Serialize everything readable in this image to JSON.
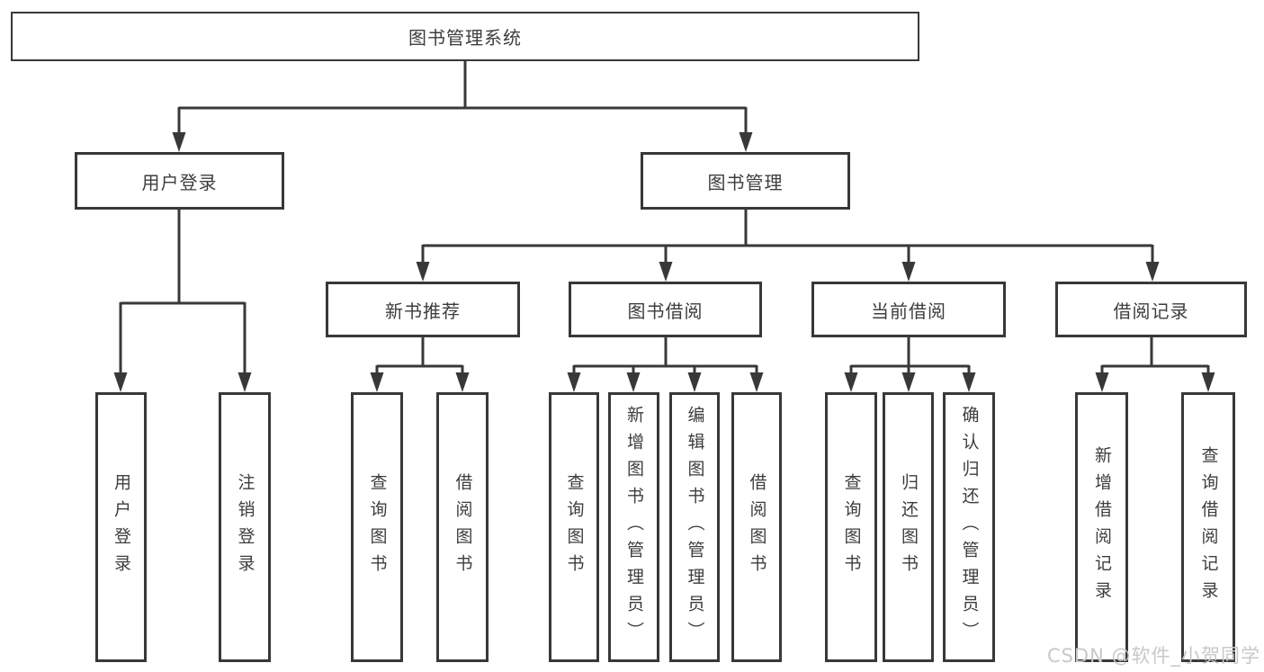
{
  "diagram": {
    "title": "图书管理系统",
    "nodes": {
      "root": "图书管理系统",
      "user_login": "用户登录",
      "book_mgmt": "图书管理",
      "new_book": "新书推荐",
      "book_borrow": "图书借阅",
      "current_borrow": "当前借阅",
      "borrow_record": "借阅记录",
      "ul_login": "用户登录",
      "ul_logout": "注销登录",
      "nb_query": "查询图书",
      "nb_borrow": "借阅图书",
      "bb_query": "查询图书",
      "bb_add": "新增图书（管理员）",
      "bb_edit": "编辑图书（管理员）",
      "bb_borrow": "借阅图书",
      "cb_query": "查询图书",
      "cb_return": "归还图书",
      "cb_confirm": "确认归还（管理员）",
      "br_add": "新增借阅记录",
      "br_query": "查询借阅记录"
    },
    "structure": {
      "root": [
        "user_login",
        "book_mgmt"
      ],
      "user_login": [
        "ul_login",
        "ul_logout"
      ],
      "book_mgmt": [
        "new_book",
        "book_borrow",
        "current_borrow",
        "borrow_record"
      ],
      "new_book": [
        "nb_query",
        "nb_borrow"
      ],
      "book_borrow": [
        "bb_query",
        "bb_add",
        "bb_edit",
        "bb_borrow"
      ],
      "current_borrow": [
        "cb_query",
        "cb_return",
        "cb_confirm"
      ],
      "borrow_record": [
        "br_add",
        "br_query"
      ]
    },
    "colors": {
      "line": "#383838",
      "text": "#3d3d3d",
      "background": "#ffffff",
      "watermark_text": "#cac7c7"
    },
    "watermark": "CSDN @软件_小贺同学"
  }
}
